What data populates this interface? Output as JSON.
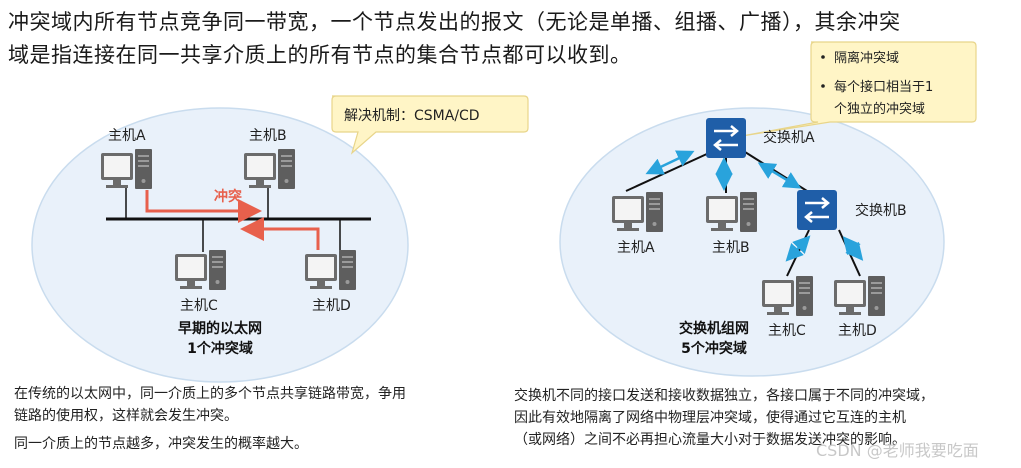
{
  "heading": {
    "line1": "冲突域内所有节点竞争同一带宽，一个节点发出的报文（无论是单播、组播、广播），其余冲突",
    "line2": "域是指连接在同一共享介质上的所有节点的集合节点都可以收到。"
  },
  "left_diagram": {
    "callout": "解决机制：CSMA/CD",
    "hosts": [
      "主机A",
      "主机B",
      "主机C",
      "主机D"
    ],
    "conflict_label": "冲突",
    "caption_line1": "早期的以太网",
    "caption_line2": "1个冲突域",
    "text_lines": [
      "在传统的以太网中，同一介质上的多个节点共享链路带宽，争用",
      "链路的使用权，这样就会发生冲突。"
    ],
    "text_line3": "同一介质上的节点越多，冲突发生的概率越大。"
  },
  "right_diagram": {
    "callout_items": [
      "隔离冲突域",
      "每个接口相当于1",
      "个独立的冲突域"
    ],
    "switch_a": "交换机A",
    "switch_b": "交换机B",
    "hosts": [
      "主机A",
      "主机B",
      "主机C",
      "主机D"
    ],
    "caption_line1": "交换机组网",
    "caption_line2": "5个冲突域",
    "text_lines": [
      "交换机不同的接口发送和接收数据独立，各接口属于不同的冲突域，",
      "因此有效地隔离了网络中物理层冲突域，使得通过它互连的主机",
      "（或网络）之间不必再担心流量大小对于数据发送冲突的影响。"
    ]
  },
  "watermark": "CSDN @老师我要吃面",
  "colors": {
    "ellipse_fill": "#e9f1fa",
    "ellipse_stroke": "#c9dcee",
    "callout_fill": "#fff5c6",
    "callout_stroke": "#e8d58a",
    "conflict_red": "#e8604c",
    "switch_blue": "#1f5ea8",
    "link_arrow": "#29a3dc"
  }
}
